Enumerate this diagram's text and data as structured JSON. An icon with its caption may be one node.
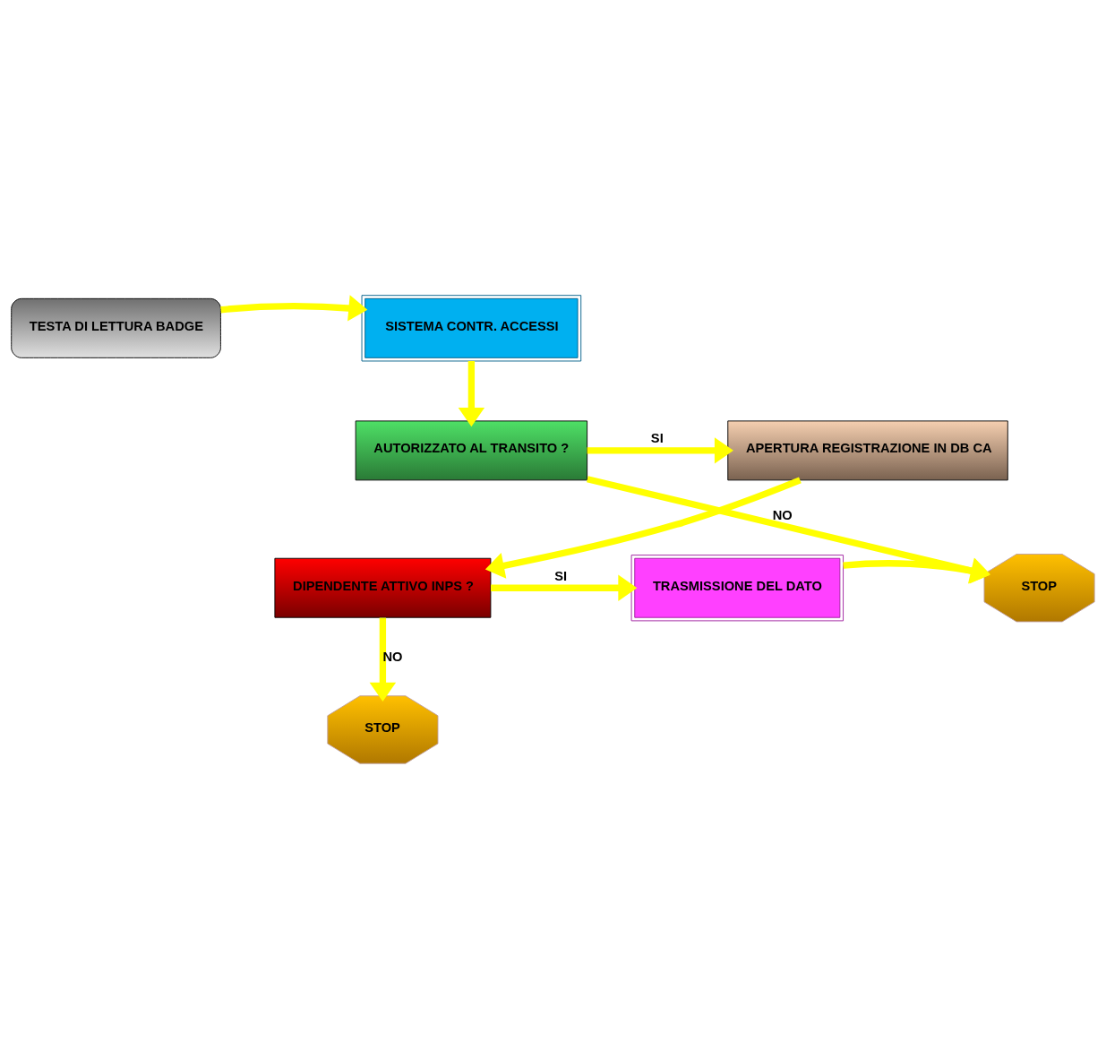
{
  "diagram": {
    "nodes": [
      {
        "text": [
          "TESTA DI LETTURA BADGE"
        ]
      },
      {
        "text": [
          "SISTEMA CONTR. ACCESSI"
        ]
      },
      {
        "text": [
          "APERTURA REGISTRAZIONE IN DB CA"
        ]
      },
      {
        "text": [
          "AUTORIZZATO AL TRANSITO ?"
        ]
      },
      {
        "text": [
          "DIPENDENTE ATTIVO INPS ?"
        ]
      },
      {
        "text": [
          "TRASMISSIONE DEL DATO"
        ]
      },
      {
        "text": [
          "STOP"
        ]
      },
      {
        "text": [
          "STOP"
        ]
      }
    ],
    "edges": [
      {
        "from": 0,
        "to": 1,
        "arrow": "to"
      },
      {
        "from": 1,
        "to": 3,
        "arrow": "to"
      },
      {
        "from": 3,
        "to": 2,
        "label": "SI",
        "arrow": "to"
      },
      {
        "from": 3,
        "to": 6,
        "label": "NO",
        "arrow": "to"
      },
      {
        "from": 2,
        "to": 4,
        "arrow": "to"
      },
      {
        "from": 4,
        "to": 5,
        "label": "SI",
        "arrow": "to"
      },
      {
        "from": 5,
        "to": 6,
        "arrow": "to"
      },
      {
        "from": 4,
        "to": 7,
        "label": "NO",
        "arrow": "to"
      }
    ]
  }
}
